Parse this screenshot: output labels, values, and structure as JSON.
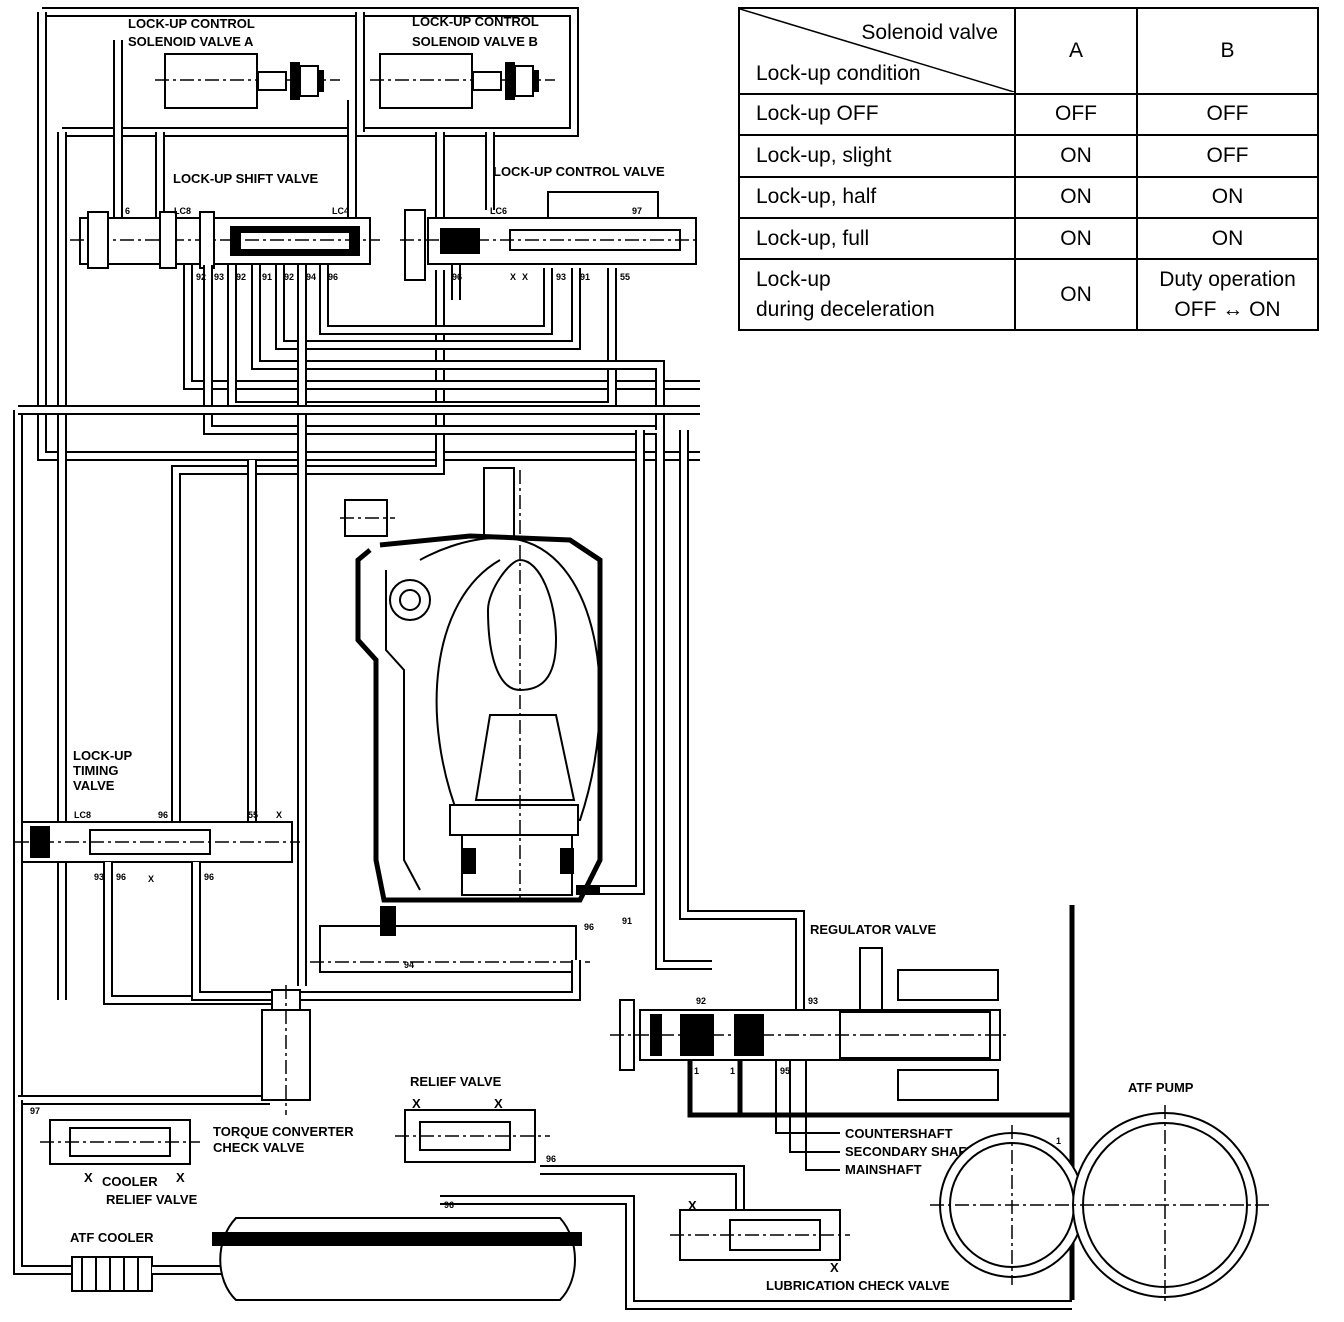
{
  "table": {
    "header_top": "Solenoid valve",
    "header_bottom": "Lock-up condition",
    "col_a": "A",
    "col_b": "B",
    "rows": [
      {
        "condition": "Lock-up OFF",
        "a": "OFF",
        "b": "OFF"
      },
      {
        "condition": "Lock-up, slight",
        "a": "ON",
        "b": "OFF"
      },
      {
        "condition": "Lock-up, half",
        "a": "ON",
        "b": "ON"
      },
      {
        "condition": "Lock-up, full",
        "a": "ON",
        "b": "ON"
      },
      {
        "condition": "Lock-up\nduring deceleration",
        "a": "ON",
        "b": "Duty operation\nOFF ↔ ON"
      }
    ]
  },
  "labels": {
    "sol_a_1": "LOCK-UP CONTROL",
    "sol_a_2": "SOLENOID VALVE A",
    "sol_b_1": "LOCK-UP CONTROL",
    "sol_b_2": "SOLENOID VALVE B",
    "shift_valve": "LOCK-UP SHIFT VALVE",
    "control_valve": "LOCK-UP CONTROL VALVE",
    "timing_1": "LOCK-UP",
    "timing_2": "TIMING",
    "timing_3": "VALVE",
    "regulator": "REGULATOR VALVE",
    "tc_check_1": "TORQUE CONVERTER",
    "tc_check_2": "CHECK VALVE",
    "relief": "RELIEF VALVE",
    "cooler_relief_1": "COOLER",
    "cooler_relief_2": "RELIEF VALVE",
    "atf_cooler": "ATF COOLER",
    "atf_pump": "ATF PUMP",
    "countershaft": "COUNTERSHAFT",
    "secondary": "SECONDARY SHAFT",
    "mainshaft": "MAINSHAFT",
    "lube_check": "LUBRICATION CHECK VALVE"
  },
  "ports": {
    "shift_valve": [
      "6",
      "LC8",
      "LC4",
      "92",
      "93",
      "92",
      "91",
      "92",
      "94",
      "96"
    ],
    "control_valve": [
      "LC6",
      "97",
      "96",
      "X",
      "X",
      "93",
      "91",
      "55"
    ],
    "timing_valve": [
      "LC8",
      "96",
      "55",
      "X",
      "93",
      "96",
      "X",
      "96"
    ],
    "regulator": [
      "92",
      "93",
      "1",
      "1",
      "95"
    ],
    "misc": [
      "94",
      "96",
      "91",
      "97",
      "96",
      "96",
      "1",
      "X",
      "X",
      "X",
      "X",
      "X",
      "X"
    ]
  }
}
